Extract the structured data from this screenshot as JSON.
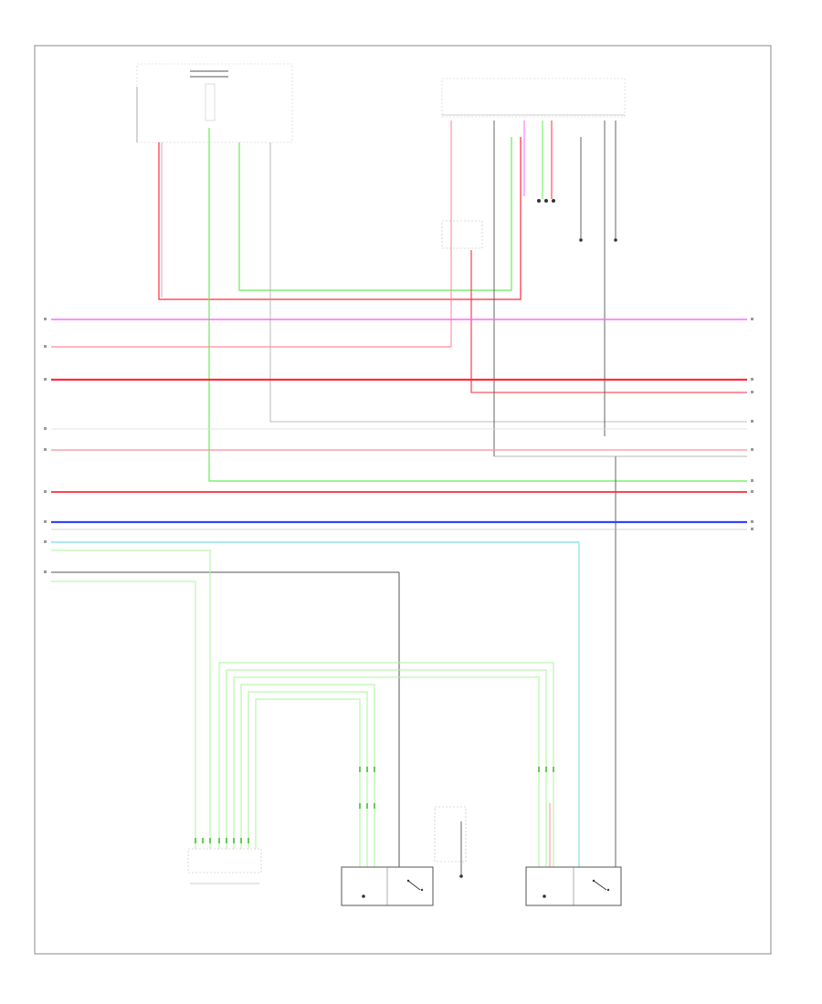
{
  "diagram": {
    "footer_code": "",
    "colors": {
      "pink": "#ff66ff",
      "light_red": "#ff8c99",
      "red": "#ff2a3c",
      "green": "#66ee55",
      "light_green": "#aaf599",
      "blue": "#3344ff",
      "cyan": "#77ddee",
      "gray": "#aaaaaa",
      "dark": "#555555",
      "black": "#333333"
    },
    "bus_lines": [
      {
        "color": "pink",
        "left_label": "",
        "right_label": ""
      },
      {
        "color": "light_red",
        "left_label": "",
        "right_label": ""
      },
      {
        "color": "red",
        "left_label": "",
        "right_label": ""
      },
      {
        "color": "red",
        "left_label": "",
        "right_label": ""
      },
      {
        "color": "gray",
        "left_label": "",
        "right_label": ""
      },
      {
        "color": "light_red",
        "left_label": "",
        "right_label": ""
      },
      {
        "color": "green",
        "left_label": "",
        "right_label": ""
      },
      {
        "color": "red",
        "left_label": "",
        "right_label": ""
      },
      {
        "color": "blue",
        "left_label": "",
        "right_label": ""
      },
      {
        "color": "cyan",
        "left_label": "",
        "right_label": ""
      }
    ],
    "components": [
      {
        "id": "top-left-fuse-block",
        "label": ""
      },
      {
        "id": "top-right-junction-block",
        "label": ""
      },
      {
        "id": "middle-connector",
        "label": ""
      },
      {
        "id": "bottom-left-connector",
        "label": ""
      },
      {
        "id": "bottom-center-switch",
        "label": ""
      },
      {
        "id": "bottom-center-ground",
        "label": ""
      },
      {
        "id": "bottom-right-switch",
        "label": ""
      }
    ]
  }
}
